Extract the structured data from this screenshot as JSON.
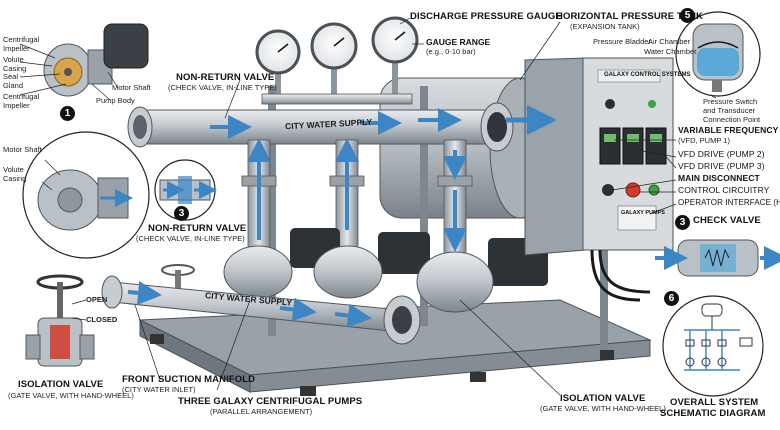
{
  "labels": {
    "discharge_gauge": "DISCHARGE PRESSURE GAUGE",
    "gauge_range_title": "GAUGE RANGE",
    "gauge_range_value": "(e.g., 0-10 bar)",
    "tank_title": "HORIZONTAL PRESSURE TANK",
    "tank_subtitle": "(EXPANSION TANK)",
    "pressure_bladder": "Pressure Bladder",
    "air_chamber": "Air Chamber",
    "water_chamber": "Water Chamber",
    "pressure_switch_1": "Pressure Switch",
    "pressure_switch_2": "and Transducer",
    "pressure_switch_3": "Connection Point",
    "centrifugal_impeller_a": "Centrifugal",
    "centrifugal_impeller_b": "Impeller",
    "volute_a": "Volute",
    "volute_b": "Casing",
    "seal_a": "Seal",
    "seal_b": "Gland",
    "impeller2_a": "Centrifugal",
    "impeller2_b": "Impeller",
    "motor_shaft_top": "Motor Shaft",
    "pump_body": "Pump Body",
    "nrv_top_title": "NON-RETURN VALVE",
    "nrv_top_sub": "(CHECK VALVE, IN-LINE TYPE)",
    "motor_shaft_left": "Motor Shaft",
    "volute_left_a": "Volute",
    "volute_left_b": "Casing",
    "nrv_mid_title": "NON-RETURN VALVE",
    "nrv_mid_sub": "(CHECK VALVE, IN-LINE TYPE)",
    "open": "OPEN",
    "closed": "CLOSED",
    "iso_left_title": "ISOLATION VALVE",
    "iso_left_sub": "(GATE VALVE, WITH HAND-WHEEL)",
    "manifold_title": "FRONT SUCTION MANIFOLD",
    "manifold_sub": "(CITY WATER INLET)",
    "pumps_title": "THREE GALAXY CENTRIFUGAL PUMPS",
    "pumps_sub": "(PARALLEL ARRANGEMENT)",
    "iso_right_title": "ISOLATION VALVE",
    "iso_right_sub": "(GATE VALVE, WITH HAND-WHEEL)",
    "vfd1": "VARIABLE FREQUENCY DRIVE",
    "vfd1_sub": "(VFD, PUMP 1)",
    "vfd2": "VFD DRIVE (PUMP 2)",
    "vfd3": "VFD DRIVE (PUMP 3)",
    "main_disconnect": "MAIN DISCONNECT",
    "control_circuitry": "CONTROL CIRCUITRY",
    "hmi": "OPERATOR INTERFACE (HMI)",
    "check_valve": "CHECK VALVE",
    "overall_1": "OVERALL SYSTEM",
    "overall_2": "SCHEMATIC DIAGRAM",
    "city_water_top": "CITY WATER SUPPLY",
    "city_water_bottom": "CITY WATER SUPPLY",
    "panel_title": "GALAXY CONTROL SYSTEMS",
    "panel_plate": "GALAXY PUMPS",
    "badge_1": "1",
    "badge_3a": "3",
    "badge_3b": "3",
    "badge_5": "5",
    "badge_6": "6"
  },
  "colors": {
    "flow_arrow": "#3d86c6",
    "steel": "#b9c0c6",
    "steel_dark": "#6e767d",
    "water": "#7fc1e6",
    "red_button": "#d23a2c",
    "green_button": "#3aa345"
  },
  "icons": [
    "pressure-gauge-icon",
    "gate-valve-icon",
    "check-valve-icon",
    "flow-arrow-icon",
    "control-panel-icon",
    "pressure-tank-icon"
  ]
}
